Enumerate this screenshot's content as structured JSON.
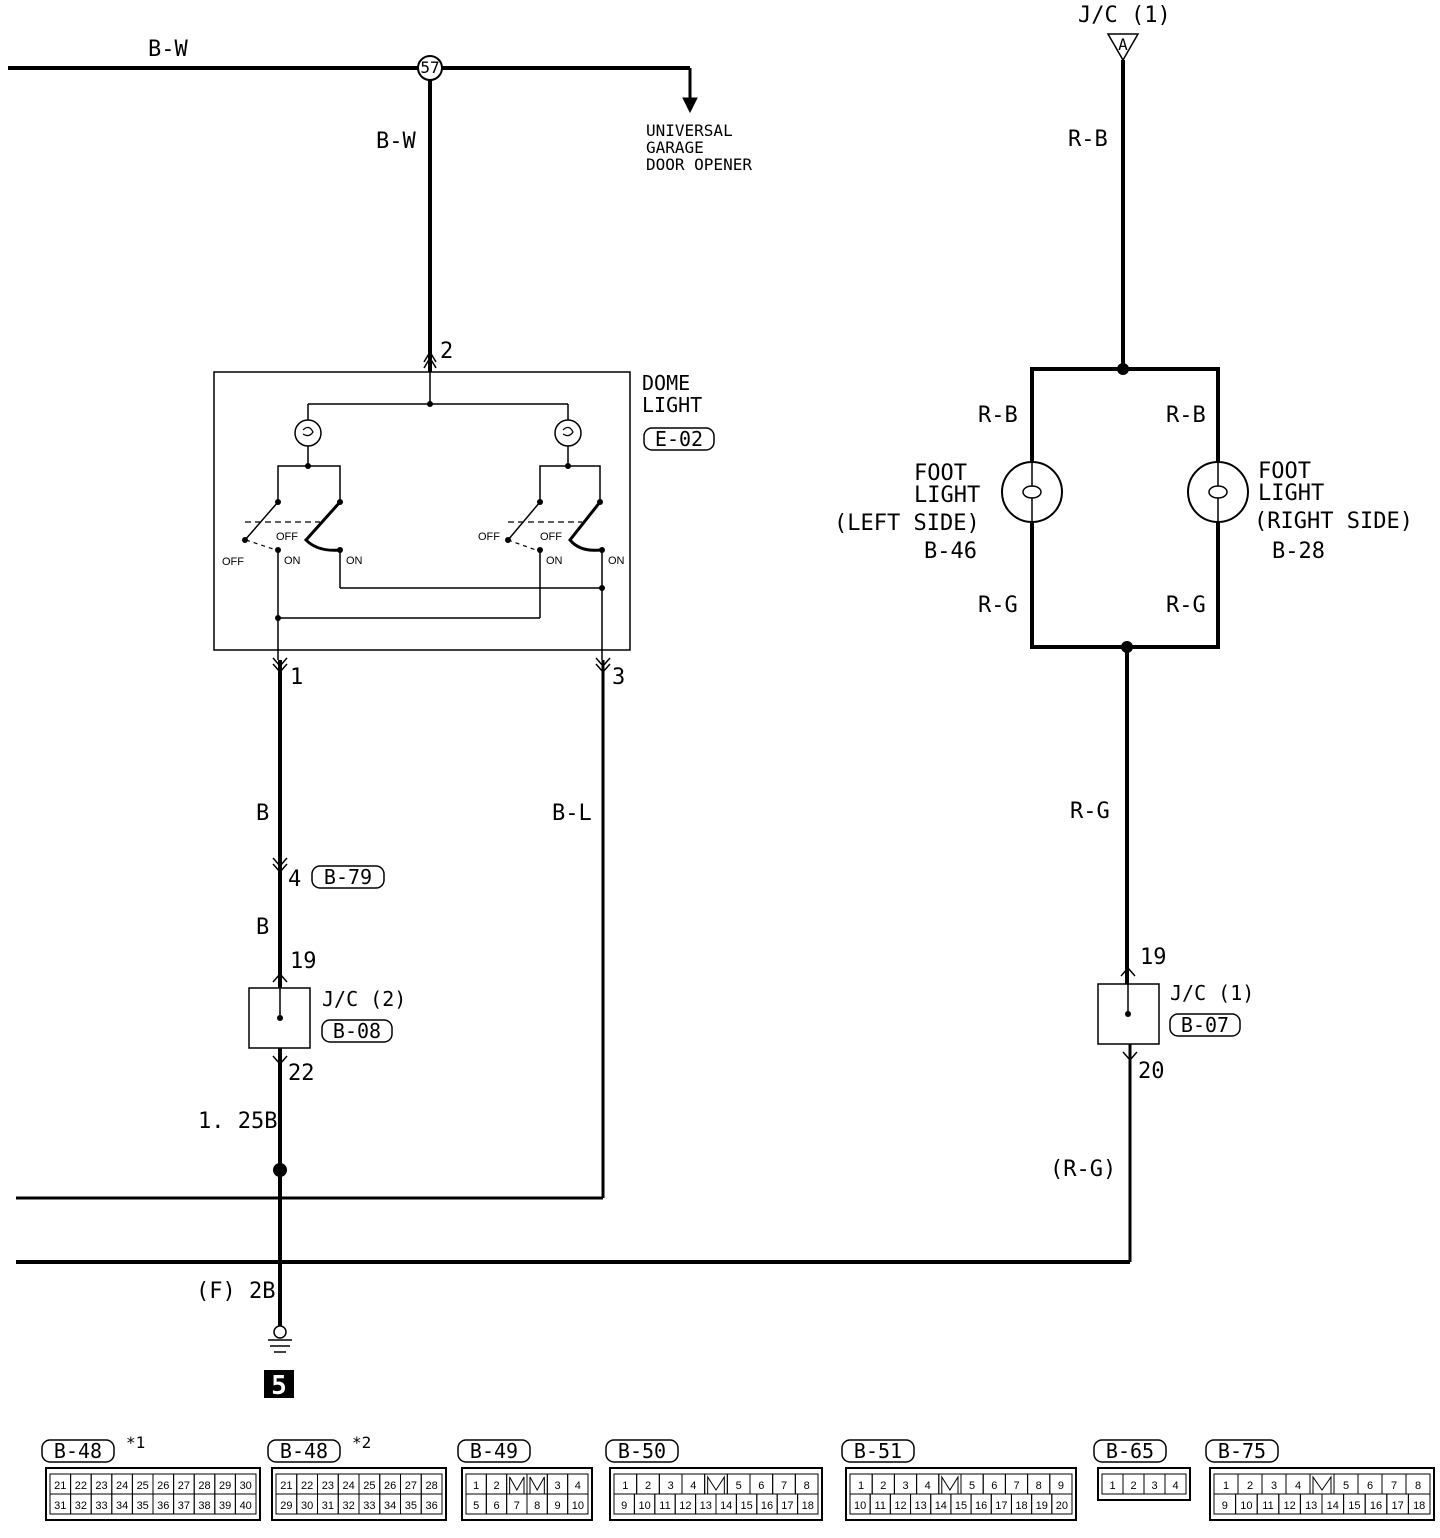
{
  "wires": {
    "top_left": "B-W",
    "dome_feed": "B-W",
    "pin1_wire": "B",
    "pin4_wire": "B",
    "pin3_wire": "B-L",
    "ground_upper": "1. 25B",
    "ground_lower": "(F) 2B",
    "foot_feed": "R-B",
    "foot_left_top": "R-B",
    "foot_right_top": "R-B",
    "foot_left_bottom": "R-G",
    "foot_right_bottom": "R-G",
    "foot_return": "R-G",
    "foot_return_lower": "(R-G)"
  },
  "splice": "57",
  "garage_door": [
    "UNIVERSAL",
    "GARAGE",
    "DOOR OPENER"
  ],
  "dome_light": {
    "title_line1": "DOME",
    "title_line2": "LIGHT",
    "connector": "E-02",
    "pin_top": "2",
    "pin_left": "1",
    "pin_right": "3",
    "switch_labels": [
      "OFF",
      "OFF",
      "ON",
      "ON",
      "OFF",
      "OFF",
      "ON",
      "ON"
    ]
  },
  "b79": {
    "pin": "4",
    "connector": "B-79"
  },
  "jc2": {
    "name": "J/C (2)",
    "connector": "B-08",
    "pin_in": "19",
    "pin_out": "22"
  },
  "jc1_top": {
    "name": "J/C (1)",
    "marker": "A"
  },
  "jc1": {
    "name": "J/C (1)",
    "connector": "B-07",
    "pin_in": "19",
    "pin_out": "20"
  },
  "foot_left": {
    "line1": "FOOT",
    "line2": "LIGHT",
    "line3": "(LEFT SIDE)",
    "connector": "B-46"
  },
  "foot_right": {
    "line1": "FOOT",
    "line2": "LIGHT",
    "line3": "(RIGHT SIDE)",
    "connector": "B-28"
  },
  "ground_number": "5",
  "connectors": [
    {
      "name": "B-48",
      "note": "*1",
      "rows": [
        [
          "21",
          "22",
          "23",
          "24",
          "25",
          "26",
          "27",
          "28",
          "29",
          "30"
        ],
        [
          "31",
          "32",
          "33",
          "34",
          "35",
          "36",
          "37",
          "38",
          "39",
          "40"
        ]
      ]
    },
    {
      "name": "B-48",
      "note": "*2",
      "rows": [
        [
          "21",
          "22",
          "23",
          "24",
          "25",
          "26",
          "27",
          "28"
        ],
        [
          "29",
          "30",
          "31",
          "32",
          "33",
          "34",
          "35",
          "36"
        ]
      ]
    },
    {
      "name": "B-49",
      "note": "",
      "rows": [
        [
          "1",
          "2",
          "",
          "",
          "3",
          "4"
        ],
        [
          "5",
          "6",
          "7",
          "8",
          "9",
          "10"
        ]
      ]
    },
    {
      "name": "B-50",
      "note": "",
      "rows": [
        [
          "1",
          "2",
          "3",
          "4",
          "",
          "5",
          "6",
          "7",
          "8"
        ],
        [
          "9",
          "10",
          "11",
          "12",
          "13",
          "14",
          "15",
          "16",
          "17",
          "18"
        ]
      ]
    },
    {
      "name": "B-51",
      "note": "",
      "rows": [
        [
          "1",
          "2",
          "3",
          "4",
          "",
          "5",
          "6",
          "7",
          "8",
          "9"
        ],
        [
          "10",
          "11",
          "12",
          "13",
          "14",
          "15",
          "16",
          "17",
          "18",
          "19",
          "20"
        ]
      ]
    },
    {
      "name": "B-65",
      "note": "",
      "rows": [
        [
          "1",
          "2",
          "3",
          "4"
        ]
      ]
    },
    {
      "name": "B-75",
      "note": "",
      "rows": [
        [
          "1",
          "2",
          "3",
          "4",
          "",
          "5",
          "6",
          "7",
          "8"
        ],
        [
          "9",
          "10",
          "11",
          "12",
          "13",
          "14",
          "15",
          "16",
          "17",
          "18"
        ]
      ]
    }
  ]
}
